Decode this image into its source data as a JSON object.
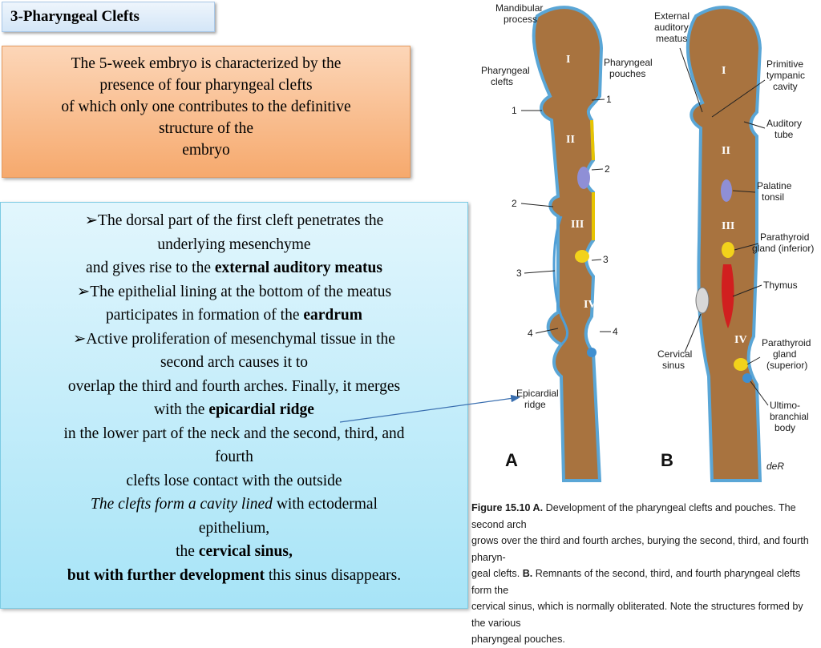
{
  "title": "3-Pharyngeal Clefts",
  "intro": {
    "line1": "The 5-week embryo is characterized by the",
    "line2": "presence of four pharyngeal clefts",
    "line3": "of which only one contributes to the definitive",
    "line4": "structure of the",
    "line5": "embryo"
  },
  "body": {
    "b1": "➢The dorsal part of the first cleft penetrates the",
    "b1b": "underlying mesenchyme",
    "b1c_pre": "and gives rise to the ",
    "b1c_bold": "external auditory meatus",
    "b2": "➢The epithelial lining at the bottom of the meatus",
    "b2b_pre": "participates in formation of the ",
    "b2b_bold": "eardrum",
    "b3": "➢Active proliferation of mesenchymal tissue in the",
    "b3b": "second arch causes it to",
    "b3c": "overlap the third and fourth arches. Finally, it merges",
    "b3d_pre": "with the ",
    "b3d_bold": "epicardial ridge",
    "b3e": "in the lower part of the neck  and the second, third, and",
    "b3f": "fourth",
    "b3g": "clefts lose contact with the outside",
    "b4_ital": "The clefts form a cavity lined",
    "b4_rest": " with ectodermal",
    "b4b": "epithelium,",
    "b4c_pre": "the ",
    "b4c_bold": "cervical sinus,",
    "b4d_bold": "but with further development",
    "b4d_rest": " this sinus disappears."
  },
  "figure": {
    "labels_a": {
      "mandibular1": "Mandibular",
      "mandibular2": "process",
      "clefts1": "Pharyngeal",
      "clefts2": "clefts",
      "pouches1": "Pharyngeal",
      "pouches2": "pouches",
      "epi1": "Epicardial",
      "epi2": "ridge",
      "n1": "1",
      "n2": "2",
      "n3": "3",
      "n4": "4",
      "p1": "1",
      "p2": "2",
      "p3": "3",
      "p4": "4",
      "panel": "A"
    },
    "labels_b": {
      "eam1": "External",
      "eam2": "auditory",
      "eam3": "meatus",
      "ptc1": "Primitive",
      "ptc2": "tympanic",
      "ptc3": "cavity",
      "at1": "Auditory",
      "at2": "tube",
      "pt1": "Palatine",
      "pt2": "tonsil",
      "pgi1": "Parathyroid",
      "pgi2": "gland (inferior)",
      "thy": "Thymus",
      "cs1": "Cervical",
      "cs2": "sinus",
      "pgs1": "Parathyroid",
      "pgs2": "gland",
      "pgs3": "(superior)",
      "ub1": "Ultimo-",
      "ub2": "branchial",
      "ub3": "body",
      "panel": "B",
      "signature": "deR"
    },
    "roman": [
      "I",
      "II",
      "III",
      "IV"
    ]
  },
  "caption": {
    "fig": "Figure 15.10 A.",
    "t1": " Development of the pharyngeal clefts and pouches. The second arch",
    "t2": "grows over the third and fourth arches, burying the second, third, and fourth pharyn-",
    "t3_pre": "geal clefts. ",
    "t3_bold": "B.",
    "t3_post": " Remnants of the second, third, and fourth pharyngeal clefts form the",
    "t4": "cervical sinus, which is normally obliterated. Note the structures formed by the various",
    "t5": "pharyngeal pouches."
  }
}
